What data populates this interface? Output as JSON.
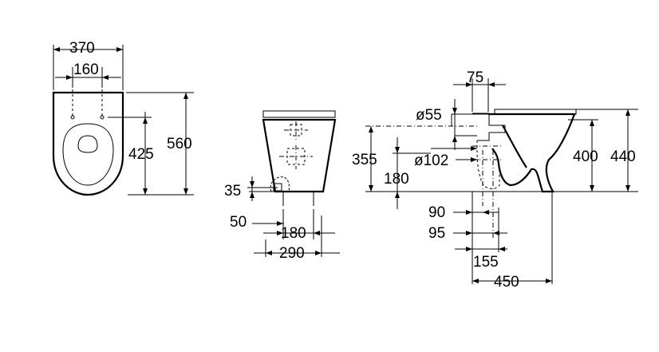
{
  "top_view": {
    "overall_width": "370",
    "fixing_spacing": "160",
    "depth_to_fixings": "425",
    "overall_depth": "560"
  },
  "rear_view": {
    "floor_to_fixing": "35",
    "fixing_offset": "50",
    "fixing_spacing": "180",
    "total_spacing": "290"
  },
  "side_view": {
    "top_offset": "75",
    "inlet_diameter": "ø55",
    "inlet_height": "355",
    "outlet_diameter": "ø102",
    "outlet_height": "180",
    "bowl_height": "400",
    "overall_height": "440",
    "outlet_distance_1": "90",
    "outlet_distance_2": "95",
    "outlet_distance_3": "155",
    "overall_projection": "450"
  }
}
